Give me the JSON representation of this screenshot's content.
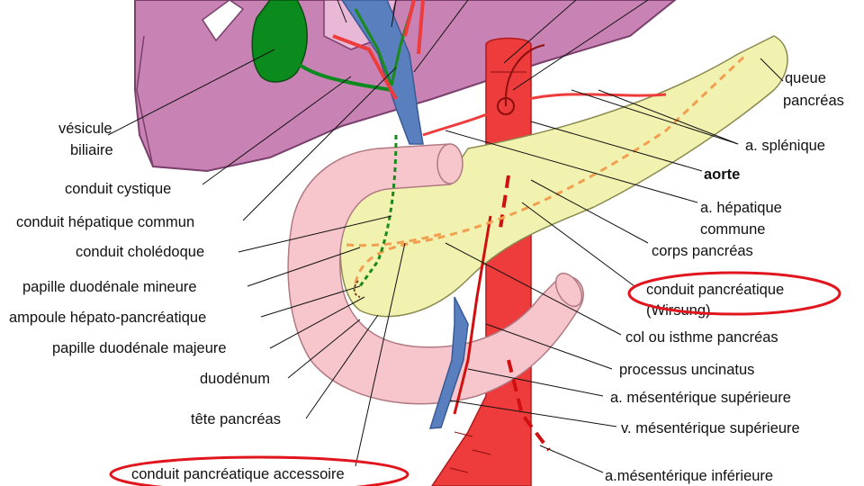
{
  "labels": {
    "vesicule_1": "vésicule",
    "vesicule_2": "biliaire",
    "conduit_cystique": "conduit cystique",
    "conduit_hepatique_commun": "conduit hépatique commun",
    "conduit_choledoque": "conduit cholédoque",
    "papille_mineure": "papille duodénale mineure",
    "ampoule": "ampoule hépato-pancréatique",
    "papille_majeure": "papille duodénale majeure",
    "duodenum": "duodénum",
    "tete_pancreas": "tête pancréas",
    "conduit_accessoire": "conduit pancréatique accessoire",
    "queue_1": "queue",
    "queue_2": "pancréas",
    "a_splenique": "a. splénique",
    "aorte": "aorte",
    "a_hepatique_1": "a. hépatique",
    "a_hepatique_2": "commune",
    "corps_pancreas": "corps pancréas",
    "wirsung_1": "conduit pancréatique",
    "wirsung_2": "(Wirsung)",
    "col": "col ou isthme pancréas",
    "processus": "processus uncinatus",
    "a_mes_sup": "a. mésentérique supérieure",
    "v_mes_sup": "v. mésentérique supérieure",
    "a_mes_inf": "a.mésentérique inférieure"
  },
  "colors": {
    "liver": "#c882b4",
    "gallbladder": "#0b8a1e",
    "pancreas": "#f2f2b0",
    "duodenum": "#f7c6cc",
    "artery": "#ee3b3b",
    "vein": "#5a7fbf",
    "duct_orange": "#f0a050",
    "duct_green": "#1a8a1a",
    "highlight": "#e0151e"
  },
  "highlighted": [
    "wirsung",
    "conduit_accessoire"
  ]
}
